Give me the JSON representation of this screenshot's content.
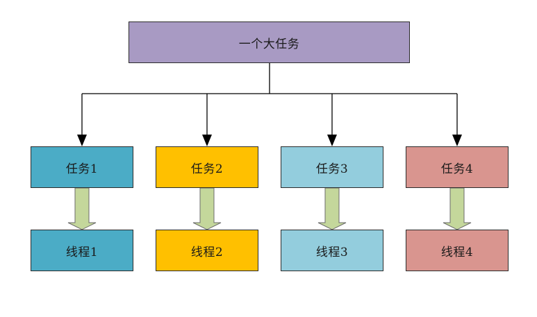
{
  "colors": {
    "root": "#a89ac3",
    "col1": "#4bacc6",
    "col2": "#ffc000",
    "col3": "#93cddd",
    "col4": "#d9958f",
    "arrow_fill": "#c4d79b",
    "line": "#000000"
  },
  "root": {
    "label": "一个大任务"
  },
  "tasks": [
    {
      "label": "任务1"
    },
    {
      "label": "任务2"
    },
    {
      "label": "任务3"
    },
    {
      "label": "任务4"
    }
  ],
  "threads": [
    {
      "label": "线程1"
    },
    {
      "label": "线程2"
    },
    {
      "label": "线程3"
    },
    {
      "label": "线程4"
    }
  ]
}
